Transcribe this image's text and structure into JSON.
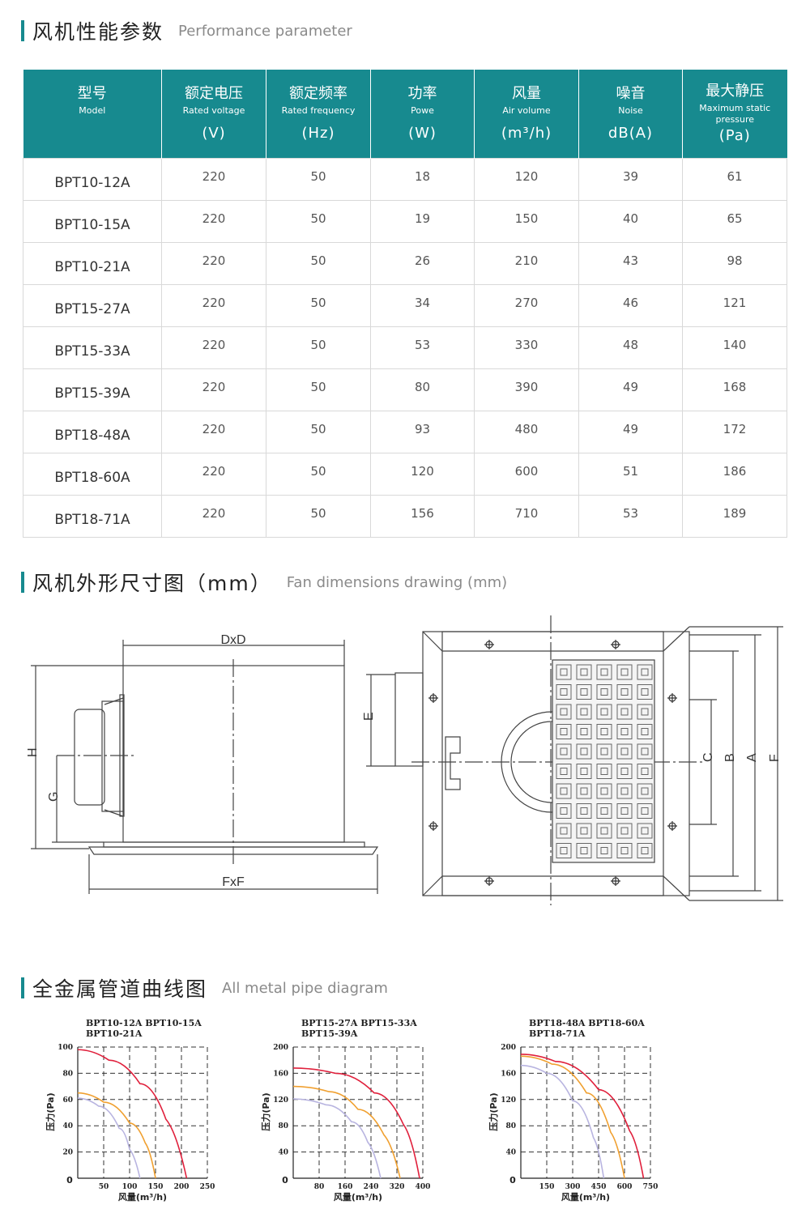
{
  "section1": {
    "title_zh": "风机性能参数",
    "title_en": "Performance parameter"
  },
  "table": {
    "headers": [
      {
        "zh": "型号",
        "en": "Model",
        "unit": ""
      },
      {
        "zh": "额定电压",
        "en": "Rated voltage",
        "unit": "(V)"
      },
      {
        "zh": "额定频率",
        "en": "Rated frequency",
        "unit": "(Hz)"
      },
      {
        "zh": "功率",
        "en": "Powe",
        "unit": "(W)"
      },
      {
        "zh": "风量",
        "en": "Air volume",
        "unit": "(m³/h)"
      },
      {
        "zh": "噪音",
        "en": "Noise",
        "unit": "dB(A)"
      },
      {
        "zh": "最大静压",
        "en": "Maximum static pressure",
        "unit": "(Pa)"
      }
    ],
    "rows": [
      [
        "BPT10-12A",
        "220",
        "50",
        "18",
        "120",
        "39",
        "61"
      ],
      [
        "BPT10-15A",
        "220",
        "50",
        "19",
        "150",
        "40",
        "65"
      ],
      [
        "BPT10-21A",
        "220",
        "50",
        "26",
        "210",
        "43",
        "98"
      ],
      [
        "BPT15-27A",
        "220",
        "50",
        "34",
        "270",
        "46",
        "121"
      ],
      [
        "BPT15-33A",
        "220",
        "50",
        "53",
        "330",
        "48",
        "140"
      ],
      [
        "BPT15-39A",
        "220",
        "50",
        "80",
        "390",
        "49",
        "168"
      ],
      [
        "BPT18-48A",
        "220",
        "50",
        "93",
        "480",
        "49",
        "172"
      ],
      [
        "BPT18-60A",
        "220",
        "50",
        "120",
        "600",
        "51",
        "186"
      ],
      [
        "BPT18-71A",
        "220",
        "50",
        "156",
        "710",
        "53",
        "189"
      ]
    ]
  },
  "section2": {
    "title_zh": "风机外形尺寸图（mm）",
    "title_en": "Fan dimensions drawing (mm)"
  },
  "drawing_labels": {
    "dxd": "DxD",
    "fxf": "FxF",
    "h": "H",
    "g": "G",
    "e": "E",
    "c": "C",
    "b": "B",
    "a": "A",
    "f": "F"
  },
  "section3": {
    "title_zh": "全金属管道曲线图",
    "title_en": "All metal pipe diagram"
  },
  "chart_data": [
    {
      "type": "line",
      "legend_lines": [
        "BPT10-12A   BPT10-15A",
        "BPT10-21A"
      ],
      "xlabel": "风量(m³/h)",
      "ylabel": "压力(Pa)",
      "xticks": [
        "50",
        "100",
        "150",
        "200",
        "250"
      ],
      "yticks": [
        "20",
        "40",
        "60",
        "80",
        "100"
      ],
      "origin_label": "0",
      "xlim": [
        0,
        250
      ],
      "ylim": [
        0,
        100
      ],
      "series": [
        {
          "color": "#b8b4e0",
          "x": [
            0,
            40,
            80,
            100,
            120
          ],
          "y": [
            61,
            55,
            38,
            22,
            0
          ]
        },
        {
          "color": "#f0a030",
          "x": [
            0,
            50,
            100,
            130,
            150
          ],
          "y": [
            65,
            58,
            42,
            27,
            0
          ]
        },
        {
          "color": "#e0203c",
          "x": [
            0,
            60,
            120,
            170,
            210
          ],
          "y": [
            98,
            90,
            72,
            45,
            0
          ]
        }
      ]
    },
    {
      "type": "line",
      "legend_lines": [
        "BPT15-27A   BPT15-33A",
        "BPT15-39A"
      ],
      "xlabel": "风量(m³/h)",
      "ylabel": "压力(Pa)",
      "xticks": [
        "80",
        "160",
        "240",
        "320",
        "400"
      ],
      "yticks": [
        "40",
        "80",
        "120",
        "160",
        "200"
      ],
      "origin_label": "0",
      "xlim": [
        0,
        400
      ],
      "ylim": [
        0,
        200
      ],
      "series": [
        {
          "color": "#b8b4e0",
          "x": [
            0,
            100,
            180,
            230,
            270
          ],
          "y": [
            121,
            112,
            86,
            55,
            0
          ]
        },
        {
          "color": "#f0a030",
          "x": [
            0,
            110,
            200,
            280,
            330
          ],
          "y": [
            140,
            132,
            105,
            66,
            0
          ]
        },
        {
          "color": "#e0203c",
          "x": [
            0,
            130,
            250,
            340,
            390
          ],
          "y": [
            168,
            160,
            130,
            82,
            0
          ]
        }
      ]
    },
    {
      "type": "line",
      "legend_lines": [
        "BPT18-48A   BPT18-60A",
        "BPT18-71A"
      ],
      "xlabel": "风量(m³/h)",
      "ylabel": "压力(Pa)",
      "xticks": [
        "150",
        "300",
        "450",
        "600",
        "750"
      ],
      "yticks": [
        "40",
        "80",
        "120",
        "160",
        "200"
      ],
      "origin_label": "0",
      "xlim": [
        0,
        750
      ],
      "ylim": [
        0,
        200
      ],
      "series": [
        {
          "color": "#b8b4e0",
          "x": [
            0,
            150,
            300,
            420,
            480
          ],
          "y": [
            172,
            160,
            118,
            62,
            0
          ]
        },
        {
          "color": "#f0a030",
          "x": [
            0,
            180,
            380,
            520,
            600
          ],
          "y": [
            186,
            174,
            130,
            70,
            0
          ]
        },
        {
          "color": "#e0203c",
          "x": [
            0,
            200,
            450,
            630,
            710
          ],
          "y": [
            189,
            178,
            135,
            72,
            0
          ]
        }
      ]
    }
  ]
}
